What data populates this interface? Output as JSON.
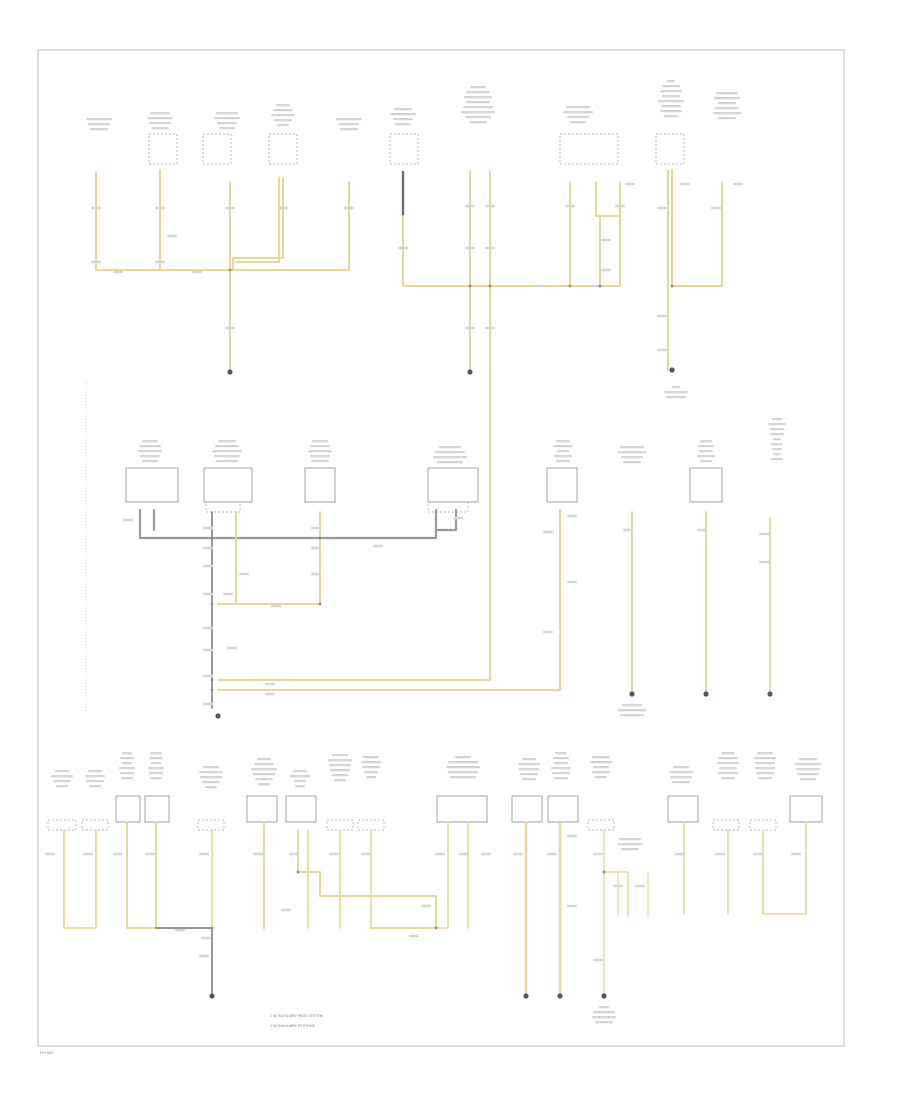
{
  "colors": {
    "frame": "#bdbdbd",
    "wire_yellow": "#e8d79a",
    "wire_gray": "#9a9a9a",
    "wire_dark": "#6f6f6f",
    "text": "#6a6a6a",
    "ground": "#555555"
  },
  "legend": {
    "line1": "1  W/ AUXILIARY HEAT SYSTEM",
    "line2": "2  W/ AUXILIARY SYSTEMS"
  },
  "page_id": "FIG 084"
}
